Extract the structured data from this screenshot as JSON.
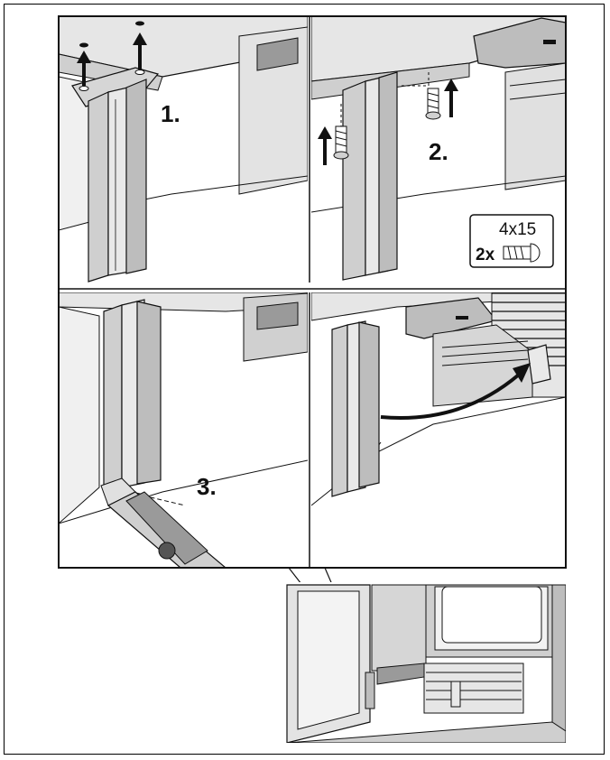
{
  "steps": {
    "step1": "1.",
    "step2": "2.",
    "step3": "3."
  },
  "screw_box": {
    "size": "4x15",
    "count": "2x"
  },
  "colors": {
    "panel_bg": "#ffffff",
    "light_gray": "#d9d9d9",
    "mid_gray": "#bdbdbd",
    "dark_gray": "#8a8a8a",
    "line": "#111111"
  },
  "icons": [
    "up-arrow-icon",
    "screw-icon",
    "curved-arrow-icon",
    "utility-knife-icon"
  ]
}
